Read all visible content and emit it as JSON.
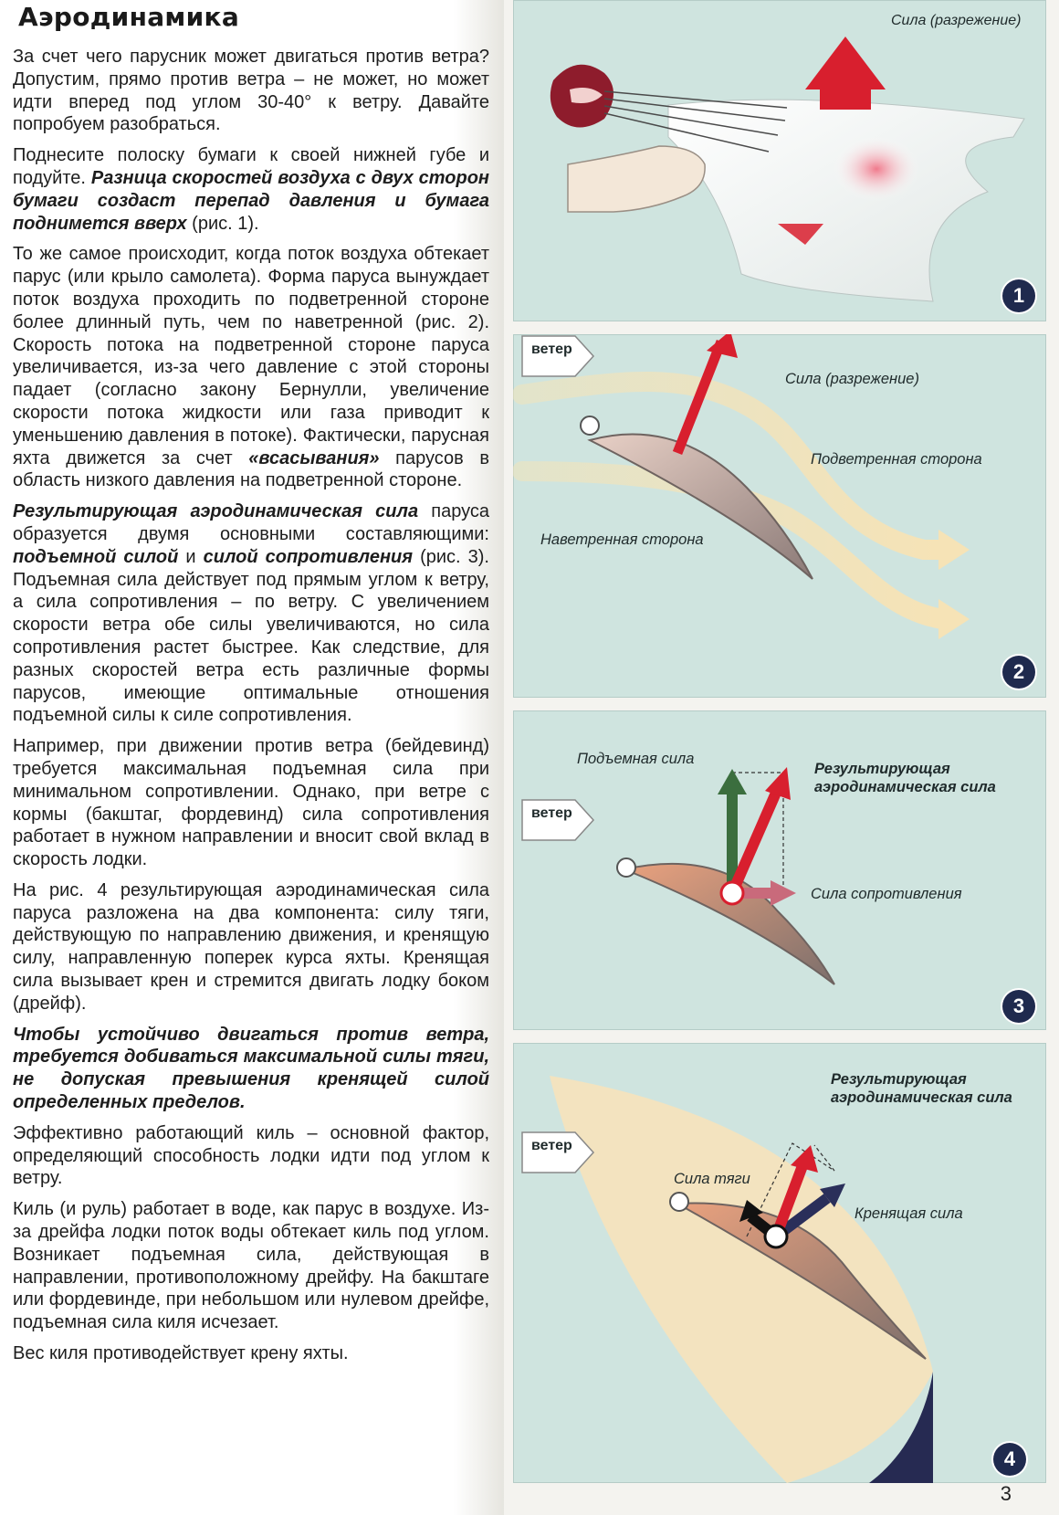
{
  "title": "Аэродинамика",
  "paragraphs": [
    {
      "text": "За счет чего парусник может двигаться против ветра? Допустим, прямо против ветра – не может, но может идти вперед под углом 30-40° к ветру. Давайте попробуем разобраться."
    },
    {
      "pre": "Поднесите полоску бумаги к своей нижней губе и подуйте. ",
      "em": "Разница скоростей воздуха с двух сторон бумаги создаст перепад давления и бумага поднимется вверх",
      "post": " (рис. 1)."
    },
    {
      "pre": "То же самое происходит, когда поток воздуха обтекает парус (или крыло самолета). Форма паруса вынуждает поток воздуха проходить по подветренной стороне более длинный путь, чем по наветренной (рис. 2). Скорость потока на подветренной стороне паруса увеличивается, из-за чего давление с этой стороны падает (согласно закону Бернулли, увеличение скорости потока жидкости или газа приводит к уменьшению давления в потоке). Фактически, парусная яхта движется за счет ",
      "em": "«всасывания»",
      "post": " парусов в область низкого давления на подветренной стороне."
    },
    {
      "em": "Результирующая аэродинамическая сила",
      "mid": " паруса образуется двумя основными составляющими: ",
      "em2": "подъемной силой",
      "mid2": " и ",
      "em3": "силой сопротивления",
      "post": " (рис. 3). Подъемная сила действует под прямым углом к ветру, а сила сопротивления – по ветру. С увеличением скорости ветра обе силы увеличиваются, но сила сопротивления растет быстрее. Как следствие, для разных скоростей ветра есть различные формы парусов, имеющие оптимальные отношения подъемной силы к силе сопротивления."
    },
    {
      "text": "Например, при движении против ветра (бейдевинд) требуется максимальная подъемная сила при минимальном сопротивлении. Однако, при ветре с кормы (бакштаг, фордевинд) сила сопротивления работает в нужном направлении и вносит свой вклад в скорость лодки."
    },
    {
      "text": "На рис. 4 результирующая аэродинамическая сила паруса разложена на два компонента: силу тяги, действующую по направлению движения, и кренящую силу, направленную поперек курса яхты. Кренящая сила вызывает крен и стремится двигать лодку боком (дрейф)."
    },
    {
      "text": "Чтобы устойчиво двигаться против ветра, требуется добиваться максимальной силы тяги, не допуская превышения кренящей силой определенных пределов."
    },
    {
      "text": "Эффективно работающий киль – основной фактор, определяющий способность лодки идти под углом к ветру."
    },
    {
      "text": "Киль (и руль) работает в воде, как парус в воздухе. Из-за дрейфа лодки поток воды обтекает киль под углом. Возникает подъемная сила, действующая в направлении, противоположному дрейфу. На бакштаге или фордевинде, при небольшом или нулевом дрейфе, подъемная сила киля исчезает."
    },
    {
      "text": "Вес киля противодействует крену яхты."
    }
  ],
  "figures": {
    "fig1": {
      "force_label": "Сила (разрежение)",
      "number": "1"
    },
    "fig2": {
      "wind": "ветер",
      "force_label": "Сила (разрежение)",
      "leeward": "Подветренная сторона",
      "windward": "Наветренная сторона",
      "number": "2"
    },
    "fig3": {
      "wind": "ветер",
      "lift": "Подъемная сила",
      "resultant_line1": "Результирующая",
      "resultant_line2": "аэродинамическая сила",
      "drag": "Сила сопротивления",
      "number": "3"
    },
    "fig4": {
      "wind": "ветер",
      "resultant_line1": "Результирующая",
      "resultant_line2": "аэродинамическая сила",
      "thrust": "Сила тяги",
      "heeling": "Кренящая сила",
      "number": "4"
    }
  },
  "page_number": "3",
  "colors": {
    "panel_bg": "#cfe4df",
    "force_red": "#d81f2e",
    "lift_green": "#3b6e3e",
    "drag_pink": "#c96a7b",
    "heel_navy": "#2a2f5a",
    "flow_cream": "#f6e3b6",
    "badge": "#1f2a4e"
  }
}
